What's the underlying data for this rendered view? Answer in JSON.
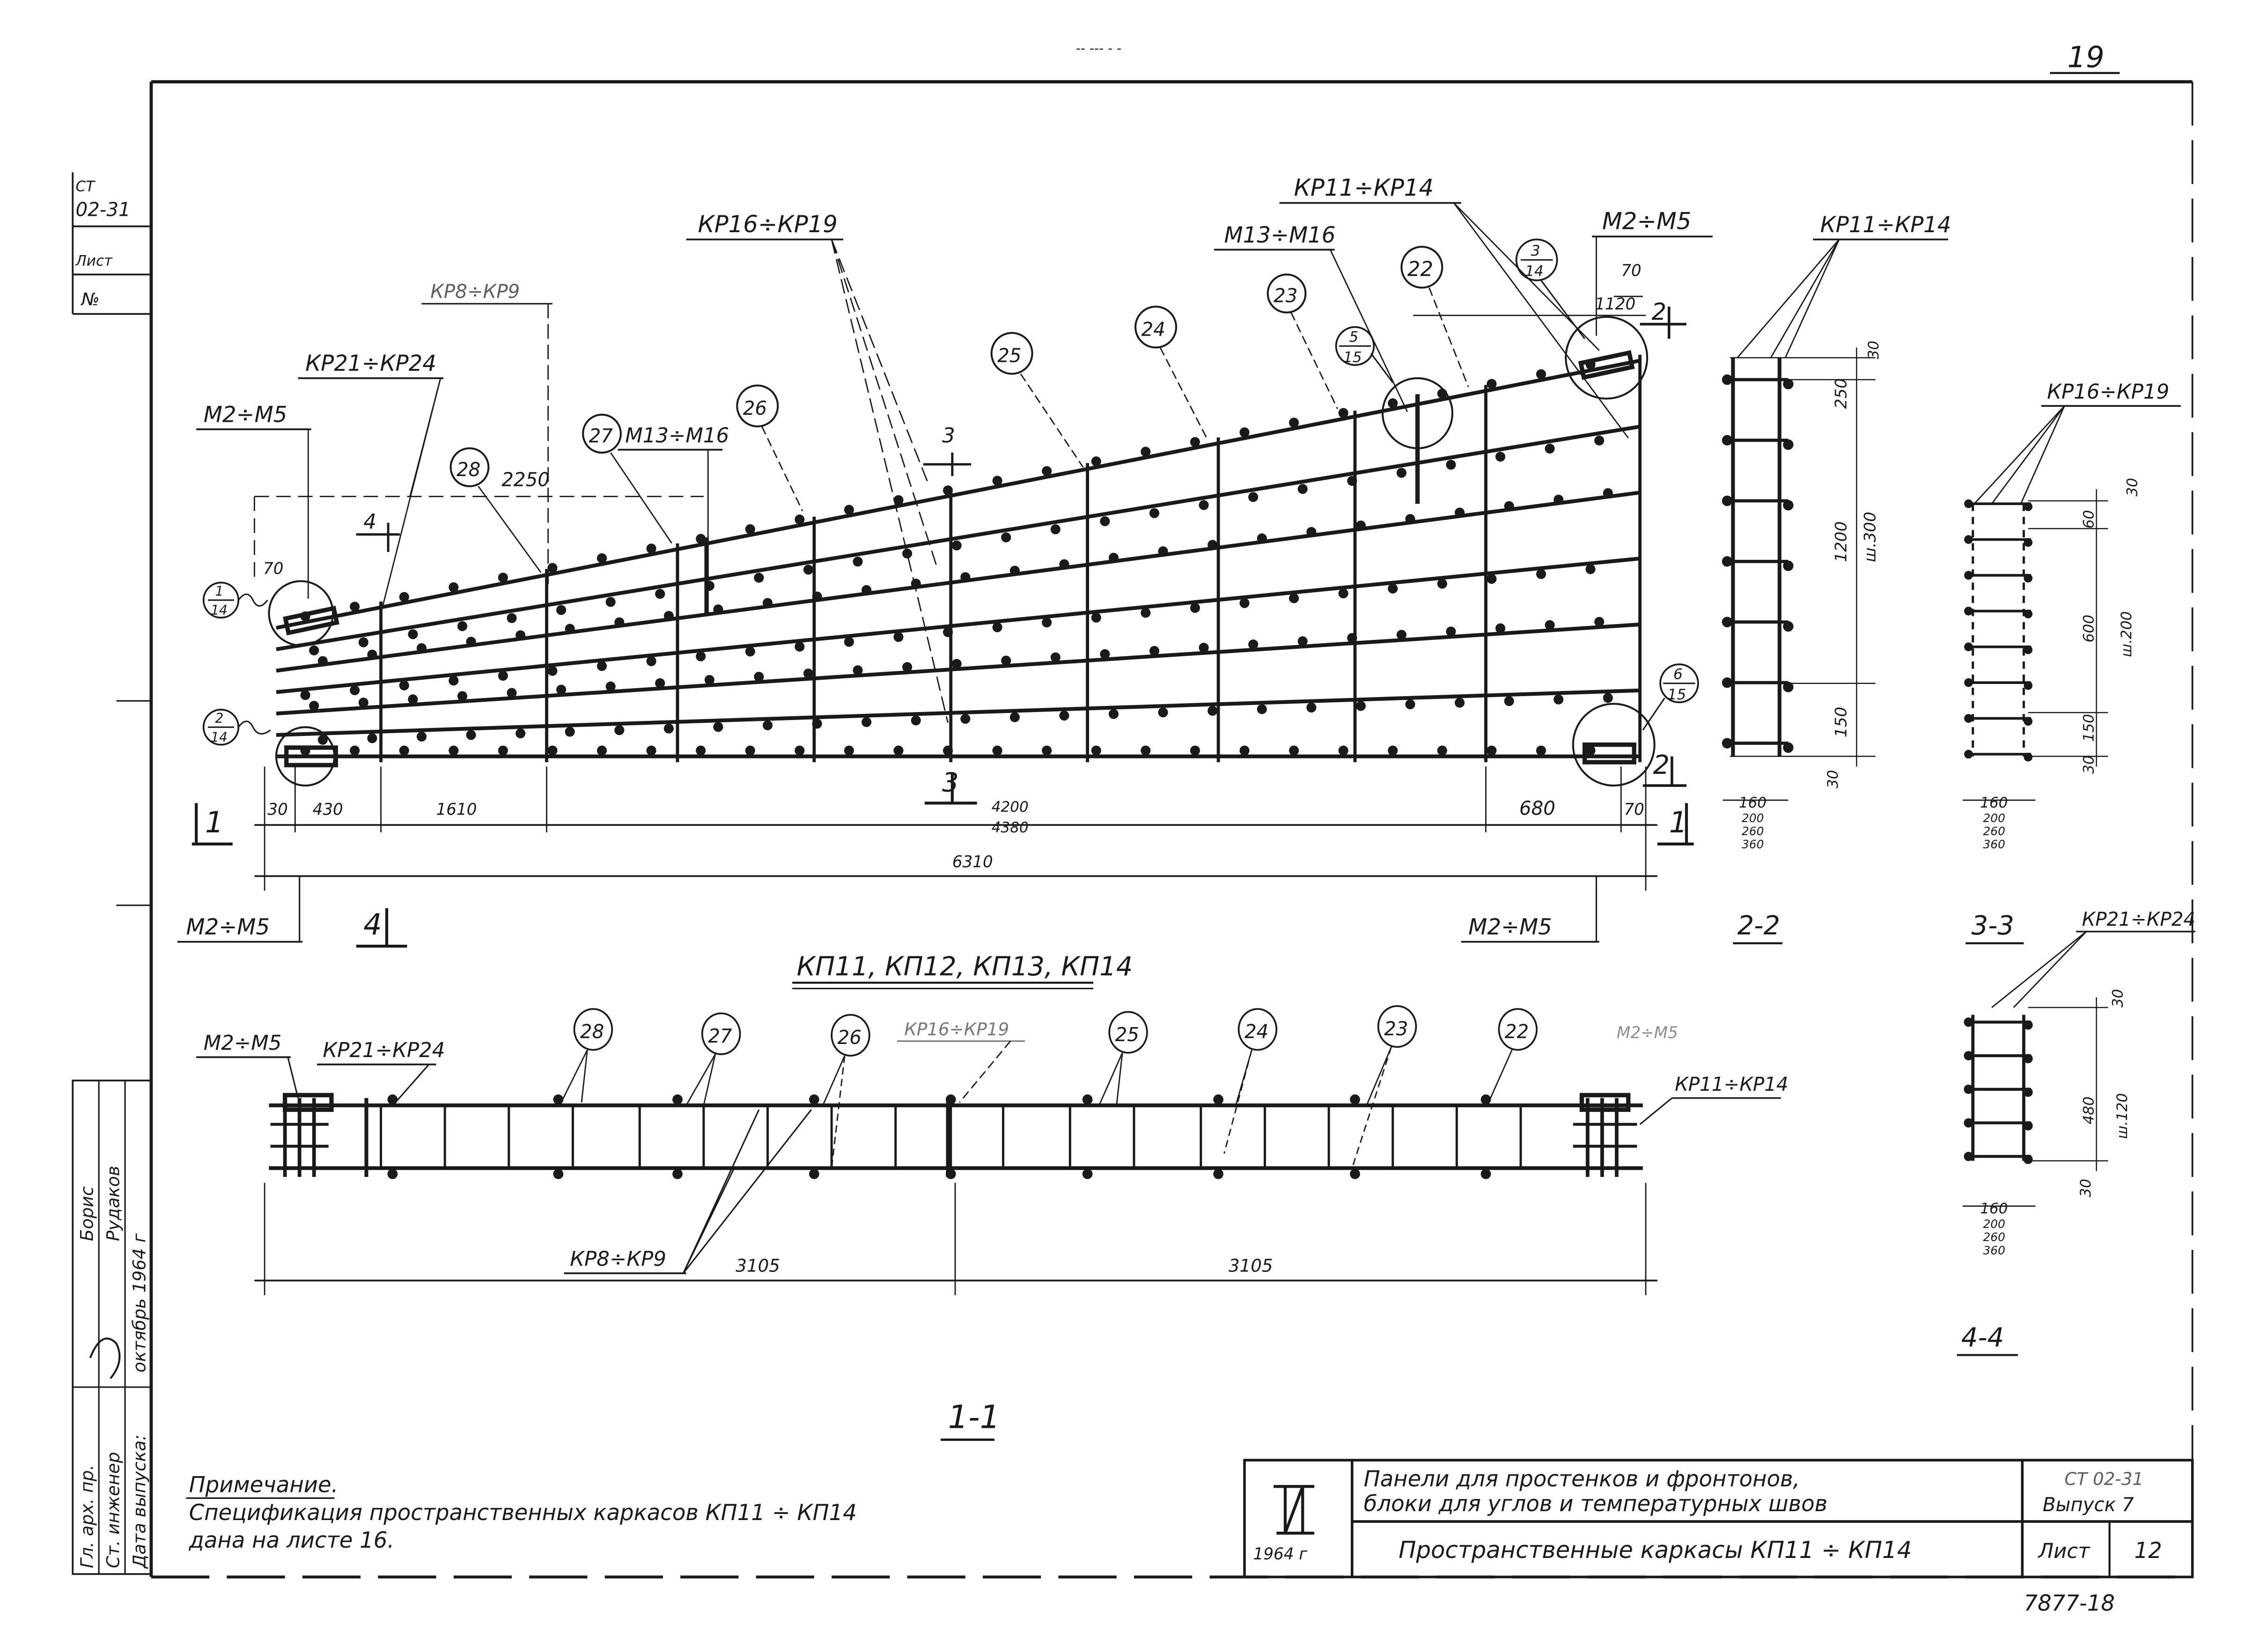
{
  "sheet": {
    "page_number": "19",
    "top_stray": "-- --- - -",
    "bottom_code": "7877-18",
    "left_margin_top": [
      "СТ",
      "02-31",
      "Лист",
      "№"
    ]
  },
  "view_1_1": {
    "section_title": "1-1",
    "callouts": {
      "kr16_kr19": "КР16÷КР19",
      "kr11_kr14_top": "КР11÷КР14",
      "m2_m5_top_right": "М2÷М5",
      "m13_m16_top": "М13÷М16",
      "kr8_kr9": "КР8÷КР9",
      "kr21_kr24": "КР21÷КР24",
      "m2_m5_left": "М2÷М5",
      "m13_m16_mid": "М13÷М16",
      "m2_m5_bottom_left": "М2÷М5",
      "m2_m5_bottom_right": "М2÷М5"
    },
    "position_numbers": [
      "22",
      "23",
      "24",
      "25",
      "26",
      "27",
      "28"
    ],
    "detail_refs": [
      {
        "num": "3",
        "den": "14"
      },
      {
        "num": "5",
        "den": "15"
      },
      {
        "num": "1",
        "den": "14"
      },
      {
        "num": "2",
        "den": "14"
      },
      {
        "num": "6",
        "den": "15"
      }
    ],
    "section_markers": {
      "s2": "2",
      "s3": "3",
      "s4": "4",
      "s1": "1"
    },
    "dimensions": {
      "d70_left": "70",
      "d2250": "2250",
      "d1120": "1120",
      "d70_top": "70",
      "d30": "30",
      "d430": "430",
      "d1610": "1610",
      "d4200": "4200",
      "d4380": "4380",
      "d680": "680",
      "d70_bottom": "70",
      "d6310": "6310"
    }
  },
  "view_plan": {
    "title": "КП11, КП12, КП13, КП14",
    "labels": {
      "m2_m5": "М2÷М5",
      "kr21_kr24": "КР21÷КР24",
      "kr16_kr19": "КР16÷КР19",
      "m2_m5_right": "М2÷М5",
      "kr11_kr14": "КР11÷КР14",
      "kr8_kr9": "КР8÷КР9"
    },
    "position_numbers": [
      "28",
      "27",
      "26",
      "25",
      "24",
      "23",
      "22"
    ],
    "dimensions": {
      "d3105_left": "3105",
      "d3105_right": "3105"
    }
  },
  "section_2_2": {
    "title": "2-2",
    "label": "КР11÷КР14",
    "dimensions": {
      "d30_top": "30",
      "d250": "250",
      "d1200": "1200",
      "pitch": "ш.300",
      "d150": "150",
      "d30_bottom": "30",
      "widths": [
        "160",
        "200",
        "260",
        "360"
      ]
    }
  },
  "section_3_3": {
    "title": "3-3",
    "label": "КР16÷КР19",
    "dimensions": {
      "d30_top": "30",
      "d60": "60",
      "d600": "600",
      "pitch": "ш.200",
      "d150": "150",
      "d30_bottom": "30",
      "widths": [
        "160",
        "200",
        "260",
        "360"
      ]
    }
  },
  "section_4_4": {
    "title": "4-4",
    "label": "КР21÷КР24",
    "dimensions": {
      "d30": "30",
      "d480": "480",
      "pitch": "ш.120",
      "d30_bottom": "30",
      "widths": [
        "160",
        "200",
        "260",
        "360"
      ]
    }
  },
  "note": {
    "heading": "Примечание.",
    "line1": "Спецификация пространственных каркасов КП11 ÷ КП14",
    "line2": "дана на листе 16."
  },
  "title_block": {
    "logo_year": "1964 г",
    "title_line1": "Панели для простенков и фронтонов,",
    "title_line2": "блоки для углов и температурных швов",
    "drawing_title": "Пространственные каркасы КП11 ÷ КП14",
    "series": "СТ 02-31",
    "issue": "Выпуск 7",
    "sheet_label": "Лист",
    "sheet_number": "12"
  },
  "side_stamp": {
    "rows": [
      {
        "role": "Гл. арх. пр.",
        "name": "Борис"
      },
      {
        "role": "Ст. инженер",
        "name": "Рудаков"
      },
      {
        "role": "Дата выпуска:",
        "name": "октябрь 1964 г"
      }
    ]
  }
}
